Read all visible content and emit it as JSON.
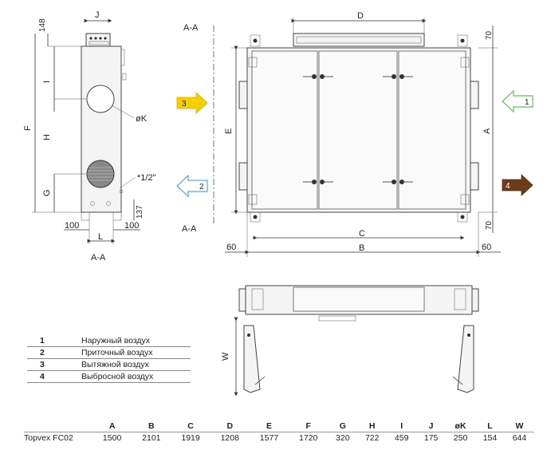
{
  "side_view": {
    "section_label_bottom": "A-A",
    "dims": {
      "J": "J",
      "top": "148",
      "I": "I",
      "H": "H",
      "G": "G",
      "F": "F",
      "K": "øK",
      "half": "*1/2\"",
      "h137": "137",
      "left100": "100",
      "right100": "100",
      "L": "L"
    }
  },
  "front_view": {
    "section_top": "A-A",
    "section_bottom": "A-A",
    "dims": {
      "D": "D",
      "E": "E",
      "A": "A",
      "C": "C",
      "B": "B",
      "top70": "70",
      "bot70": "70",
      "left60": "60",
      "right60": "60"
    },
    "arrows": [
      {
        "num": "3",
        "color": "#f5d000"
      },
      {
        "num": "2",
        "color": "#5aa9d6"
      },
      {
        "num": "1",
        "color": "#5cc45c"
      },
      {
        "num": "4",
        "color": "#6b3d1a"
      }
    ]
  },
  "top_view": {
    "dims": {
      "W": "W"
    }
  },
  "legend": [
    {
      "num": "1",
      "text": "Наружный воздух"
    },
    {
      "num": "2",
      "text": "Приточный воздух"
    },
    {
      "num": "3",
      "text": "Вытяжной воздух"
    },
    {
      "num": "4",
      "text": "Выбросной воздух"
    }
  ],
  "spec_table": {
    "headers": [
      "",
      "A",
      "B",
      "C",
      "D",
      "E",
      "F",
      "G",
      "H",
      "I",
      "J",
      "øK",
      "L",
      "W"
    ],
    "rows": [
      [
        "Topvex FC02",
        "1500",
        "2101",
        "1919",
        "1208",
        "1577",
        "1720",
        "320",
        "722",
        "459",
        "175",
        "250",
        "154",
        "644"
      ]
    ]
  }
}
